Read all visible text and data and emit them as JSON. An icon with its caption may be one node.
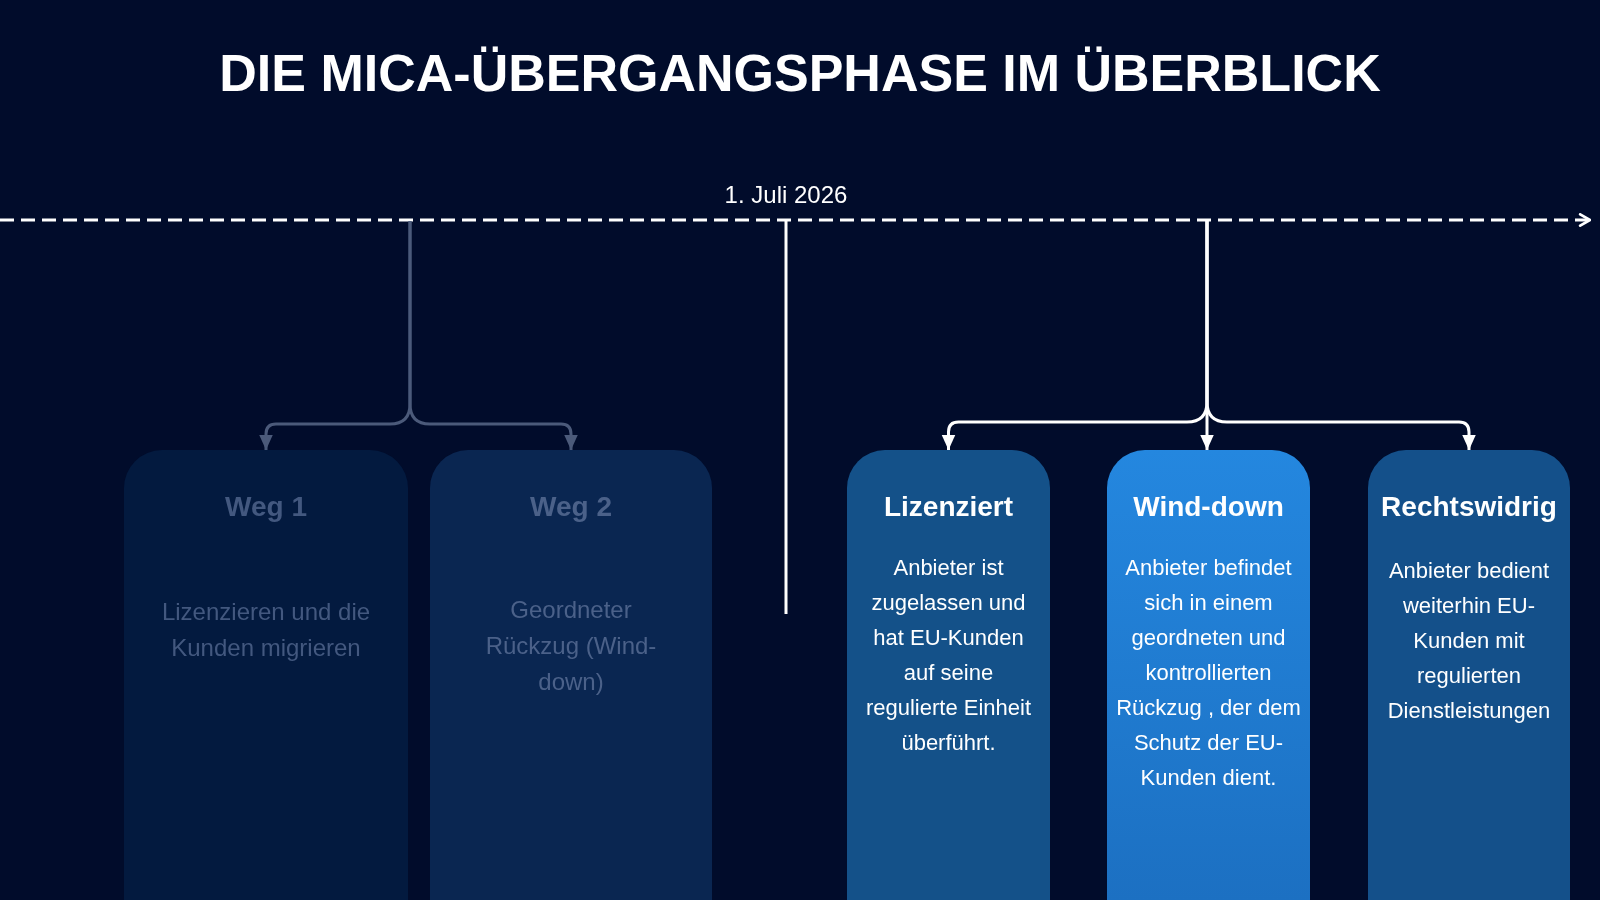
{
  "diagram": {
    "title": "DIE MICA-ÜBERGANGSPHASE IM ÜBERBLICK",
    "nodes": [
      {
        "text": [
          "Weg 1",
          "Lizenzieren und die Kunden migrieren"
        ]
      },
      {
        "text": [
          "Weg 2",
          "Geordneter Rückzug (Wind-down)"
        ]
      },
      {
        "text": [
          "Lizenziert",
          "Anbieter ist zugelassen und hat EU-Kunden auf seine regulierte Einheit überführt."
        ]
      },
      {
        "text": [
          "Wind-down",
          "Anbieter befindet sich in einem geordneten und kontrollierten Rückzug , der dem Schutz der EU-Kunden dient."
        ]
      },
      {
        "text": [
          "Rechtswidrig",
          "Anbieter bedient weiterhin EU-Kunden mit regulierten Dienstleistungen"
        ]
      }
    ],
    "edges": [
      {
        "from": null,
        "to": 0,
        "arrow": "to",
        "color": "#4b5a7a"
      },
      {
        "from": null,
        "to": 1,
        "arrow": "to",
        "color": "#4b5a7a"
      },
      {
        "from": null,
        "to": 2,
        "arrow": "to"
      },
      {
        "from": null,
        "to": 3,
        "arrow": "to"
      },
      {
        "from": null,
        "to": 4,
        "arrow": "to"
      }
    ],
    "labels": [
      "1. Juli 2026"
    ]
  }
}
